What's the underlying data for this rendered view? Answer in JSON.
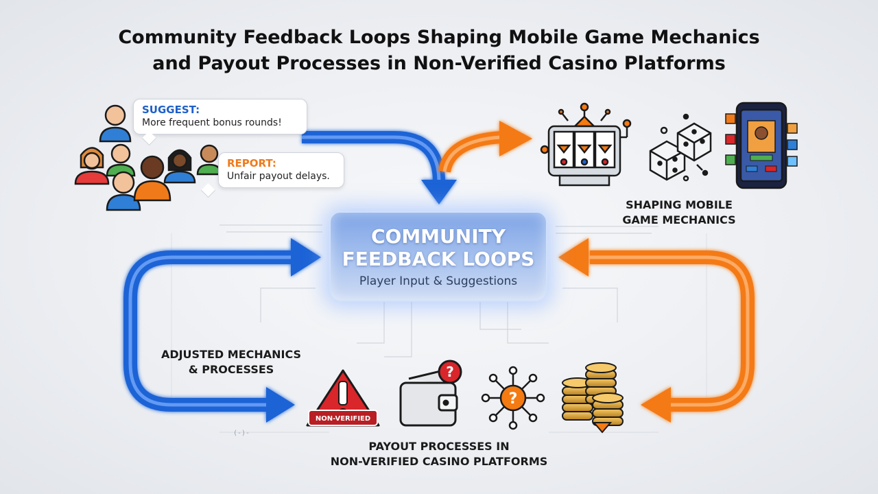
{
  "title": {
    "line1": "Community Feedback Loops Shaping Mobile Game Mechanics",
    "line2": "and Payout Processes in Non-Verified Casino Platforms"
  },
  "bubbles": {
    "suggest": {
      "tag": "SUGGEST:",
      "message": "More frequent bonus rounds!"
    },
    "report": {
      "tag": "REPORT:",
      "message": "Unfair payout delays."
    }
  },
  "center": {
    "title_line1": "COMMUNITY",
    "title_line2": "FEEDBACK LOOPS",
    "subtitle": "Player Input & Suggestions"
  },
  "labels": {
    "mechanics_line1": "SHAPING MOBILE",
    "mechanics_line2": "GAME MECHANICS",
    "adjusted_line1": "ADJUSTED MECHANICS",
    "adjusted_line2": "& PROCESSES",
    "payout_line1": "PAYOUT PROCESSES IN",
    "payout_line2": "NON-VERIFIED CASINO PLATFORMS"
  },
  "warning_badge": "NON-VERIFIED",
  "footnote": "(-)-",
  "colors": {
    "blue": "#1e63d6",
    "orange": "#f47a12",
    "center_glow": "#8fb4ff",
    "warning_red": "#d8262b"
  },
  "icons": [
    "people-group-icon",
    "slot-machine-icon",
    "dice-icon",
    "smartphone-game-icon",
    "warning-triangle-icon",
    "wallet-question-icon",
    "network-question-icon",
    "coin-stack-icon"
  ]
}
